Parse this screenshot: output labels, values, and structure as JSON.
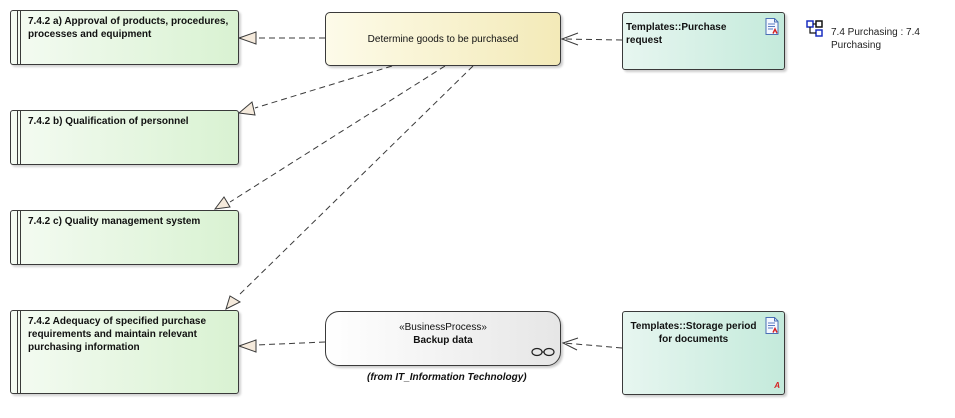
{
  "diagram": {
    "requirements": [
      {
        "id": "req-a",
        "label": "7.4.2 a) Approval of products, procedures, processes and equipment"
      },
      {
        "id": "req-b",
        "label": "7.4.2 b) Qualification of personnel"
      },
      {
        "id": "req-c",
        "label": "7.4.2 c) Quality management system"
      },
      {
        "id": "req-d",
        "label": "7.4.2 Adequacy of specified purchase requirements and maintain relevant purchasing information"
      }
    ],
    "activity": {
      "label": "Determine goods to be purchased"
    },
    "artifacts": [
      {
        "id": "art-purchase",
        "label": "Templates::Purchase request",
        "icon": "document-icon"
      },
      {
        "id": "art-storage",
        "label": "Templates::Storage period for documents",
        "icon": "document-icon",
        "flag": "A"
      }
    ],
    "business_process": {
      "stereotype": "«BusinessProcess»",
      "name": "Backup data",
      "icon": "link-glasses-icon",
      "from_note": "(from IT_Information Technology)"
    },
    "package_reference": {
      "label": "7.4 Purchasing : 7.4 Purchasing",
      "icon": "package-diagram-icon"
    },
    "connectors": [
      {
        "from": "activity",
        "to": "req-a",
        "type": "realization"
      },
      {
        "from": "activity",
        "to": "req-b",
        "type": "realization"
      },
      {
        "from": "activity",
        "to": "req-c",
        "type": "realization"
      },
      {
        "from": "activity",
        "to": "req-d",
        "type": "realization"
      },
      {
        "from": "art-purchase",
        "to": "activity",
        "type": "dependency"
      },
      {
        "from": "bp",
        "to": "req-d",
        "type": "realization"
      },
      {
        "from": "art-storage",
        "to": "bp",
        "type": "dependency"
      }
    ],
    "colors": {
      "requirement_fill": "#d9f2d2",
      "activity_fill": "#f3eab8",
      "artifact_fill": "#c4eadb",
      "arrowhead_fill": "#f5eadc",
      "line": "#3a3a3a"
    }
  }
}
